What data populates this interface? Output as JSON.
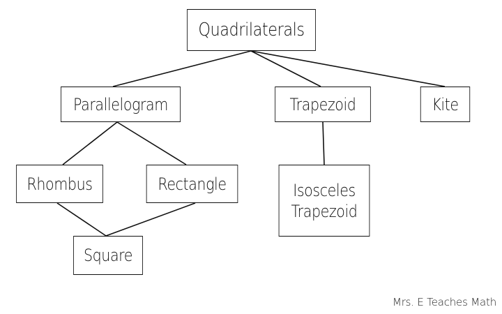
{
  "diagram": {
    "nodes": {
      "quadrilaterals": "Quadrilaterals",
      "parallelogram": "Parallelogram",
      "trapezoid": "Trapezoid",
      "kite": "Kite",
      "rhombus": "Rhombus",
      "rectangle": "Rectangle",
      "isosceles_line1": "Isosceles",
      "isosceles_line2": "Trapezoid",
      "square": "Square"
    },
    "edges": [
      [
        "quadrilaterals",
        "parallelogram"
      ],
      [
        "quadrilaterals",
        "trapezoid"
      ],
      [
        "quadrilaterals",
        "kite"
      ],
      [
        "parallelogram",
        "rhombus"
      ],
      [
        "parallelogram",
        "rectangle"
      ],
      [
        "trapezoid",
        "isosceles_trapezoid"
      ],
      [
        "rhombus",
        "square"
      ],
      [
        "rectangle",
        "square"
      ]
    ],
    "line_color": "#111111",
    "box_border_color": "#111111"
  },
  "credit": "Mrs. E Teaches Math"
}
